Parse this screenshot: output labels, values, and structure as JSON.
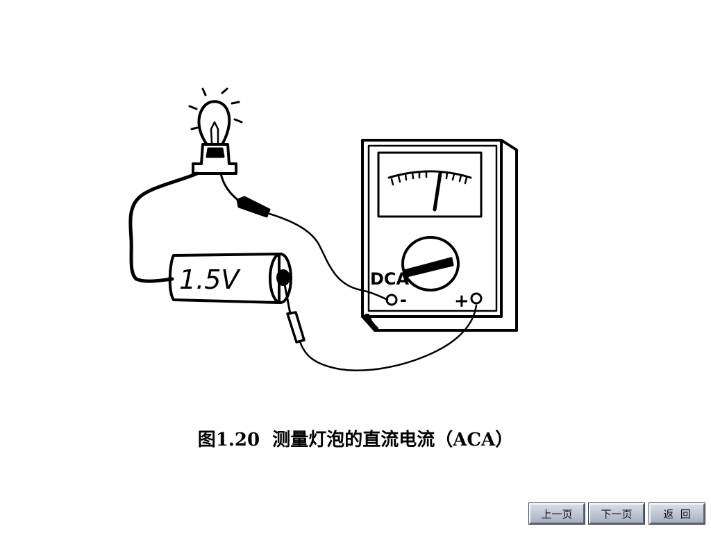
{
  "figure": {
    "battery_label": "1.5V",
    "meter_mode_label": "DCA",
    "terminal_minus": "-",
    "terminal_plus": "+"
  },
  "caption": "图1.20  测量灯泡的直流电流（ACA）",
  "nav": {
    "prev_label": "上一页",
    "next_label": "下一页",
    "back_label": "返  回"
  }
}
